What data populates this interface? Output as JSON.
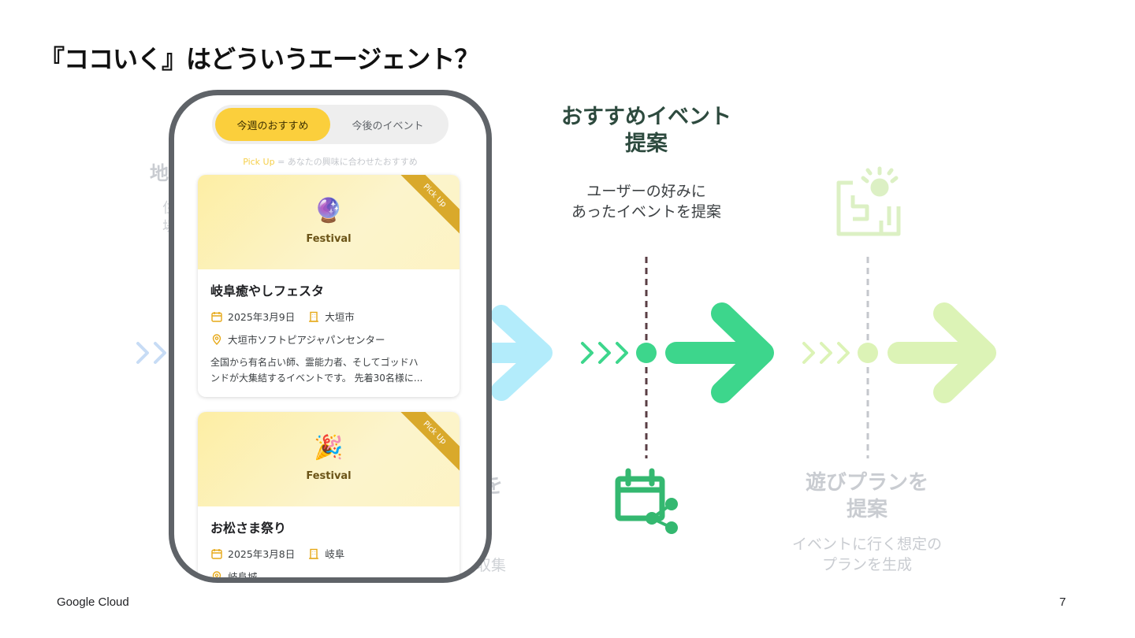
{
  "slide": {
    "title": "『ココいく』はどういうエージェント？",
    "footer_brand": "Google Cloud",
    "page_number": "7"
  },
  "left_stage_faded": {
    "heading_fragment": "地",
    "line1_fragment": "住",
    "line2_fragment": "場",
    "bottom_heading_fragment": "を",
    "bottom_desc_fragment": "収集"
  },
  "step_recommend": {
    "heading_line1": "おすすめイベント",
    "heading_line2": "提案",
    "desc_line1": "ユーザーの好みに",
    "desc_line2": "あったイベントを提案",
    "icon": "calendar-share-icon",
    "accent": "#3dd68c",
    "icon_color": "#34b870"
  },
  "step_plan": {
    "heading_line1": "遊びプランを",
    "heading_line2": "提案",
    "desc_line1": "イベントに行く想定の",
    "desc_line2": "プランを生成",
    "icon": "idea-map-icon",
    "accent": "#dcf3b6"
  },
  "phone": {
    "tab_active": "今週のおすすめ",
    "tab_inactive": "今後のイベント",
    "pickup_label": "Pick Up",
    "pickup_note": " = あなたの興味に合わせたおすすめ",
    "cards": [
      {
        "emoji": "🔮",
        "category": "Festival",
        "ribbon": "Pick Up",
        "title": "岐阜癒やしフェスタ",
        "date": "2025年3月9日",
        "city": "大垣市",
        "venue": "大垣市ソフトピアジャパンセンター",
        "desc_line1": "全国から有名占い師、霊能力者、そしてゴッドハ",
        "desc_line2": "ンドが大集結するイベントです。 先着30名様に..."
      },
      {
        "emoji": "🎉",
        "category": "Festival",
        "ribbon": "Pick Up",
        "title": "お松さま祭り",
        "date": "2025年3月8日",
        "city": "岐阜",
        "venue": "岐阜城"
      }
    ]
  }
}
